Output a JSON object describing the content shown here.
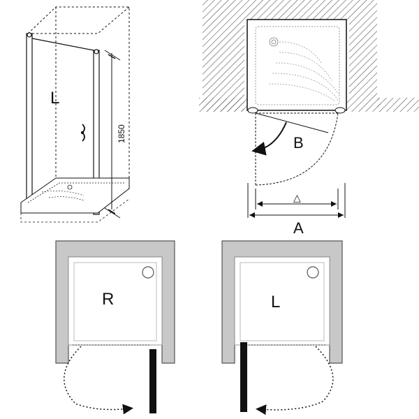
{
  "iso_view": {
    "door_label": "L",
    "height_dimension": "1850"
  },
  "plan_view": {
    "swing_label": "B",
    "clearance_symbol": "△",
    "width_label": "A"
  },
  "right_plan": {
    "label": "R"
  },
  "left_plan": {
    "label": "L"
  },
  "colors": {
    "line": "#111111",
    "wall_fill": "#c8c8c8",
    "wall_inner": "#eeeeee",
    "hatch": "#555555",
    "door_bar": "#111111"
  }
}
